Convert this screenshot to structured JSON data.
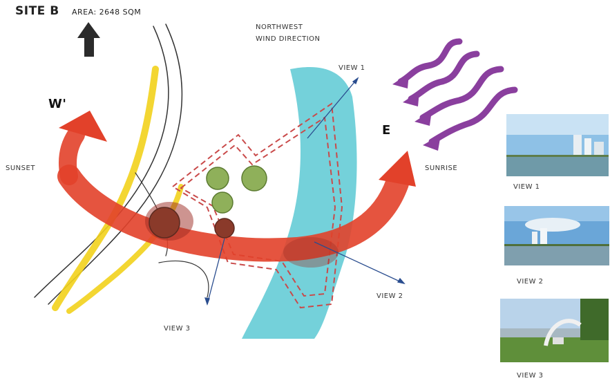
{
  "header": {
    "site": "SITE B",
    "area": "AREA: 2648 SQM"
  },
  "labels": {
    "wind": [
      "NORTHWEST",
      "WIND DIRECTION"
    ],
    "west": "W'",
    "east": "E",
    "sunset": "SUNSET",
    "sunrise": "SUNRISE",
    "view1_arrow": "VIEW 1",
    "view2_arrow": "VIEW 2",
    "view3_arrow": "VIEW 3"
  },
  "photos": [
    {
      "caption": "VIEW 1",
      "subject": "reservoir-with-high-rise-skyline"
    },
    {
      "caption": "VIEW 2",
      "subject": "reservoir-with-distant-towers"
    },
    {
      "caption": "VIEW 3",
      "subject": "waterfront-park-with-arch-sculpture"
    }
  ],
  "colors": {
    "sun_path": "#e2412a",
    "water": "#5cc9d3",
    "road": "#f2d21c",
    "wind": "#8a3f9e",
    "site_outline": "#c94a4a",
    "trees": "#8fb05a"
  },
  "icons": [
    "north-arrow-icon",
    "wind-arrow-icon",
    "sun-path-arrow-icon",
    "tree-icon",
    "view-arrow-icon"
  ]
}
